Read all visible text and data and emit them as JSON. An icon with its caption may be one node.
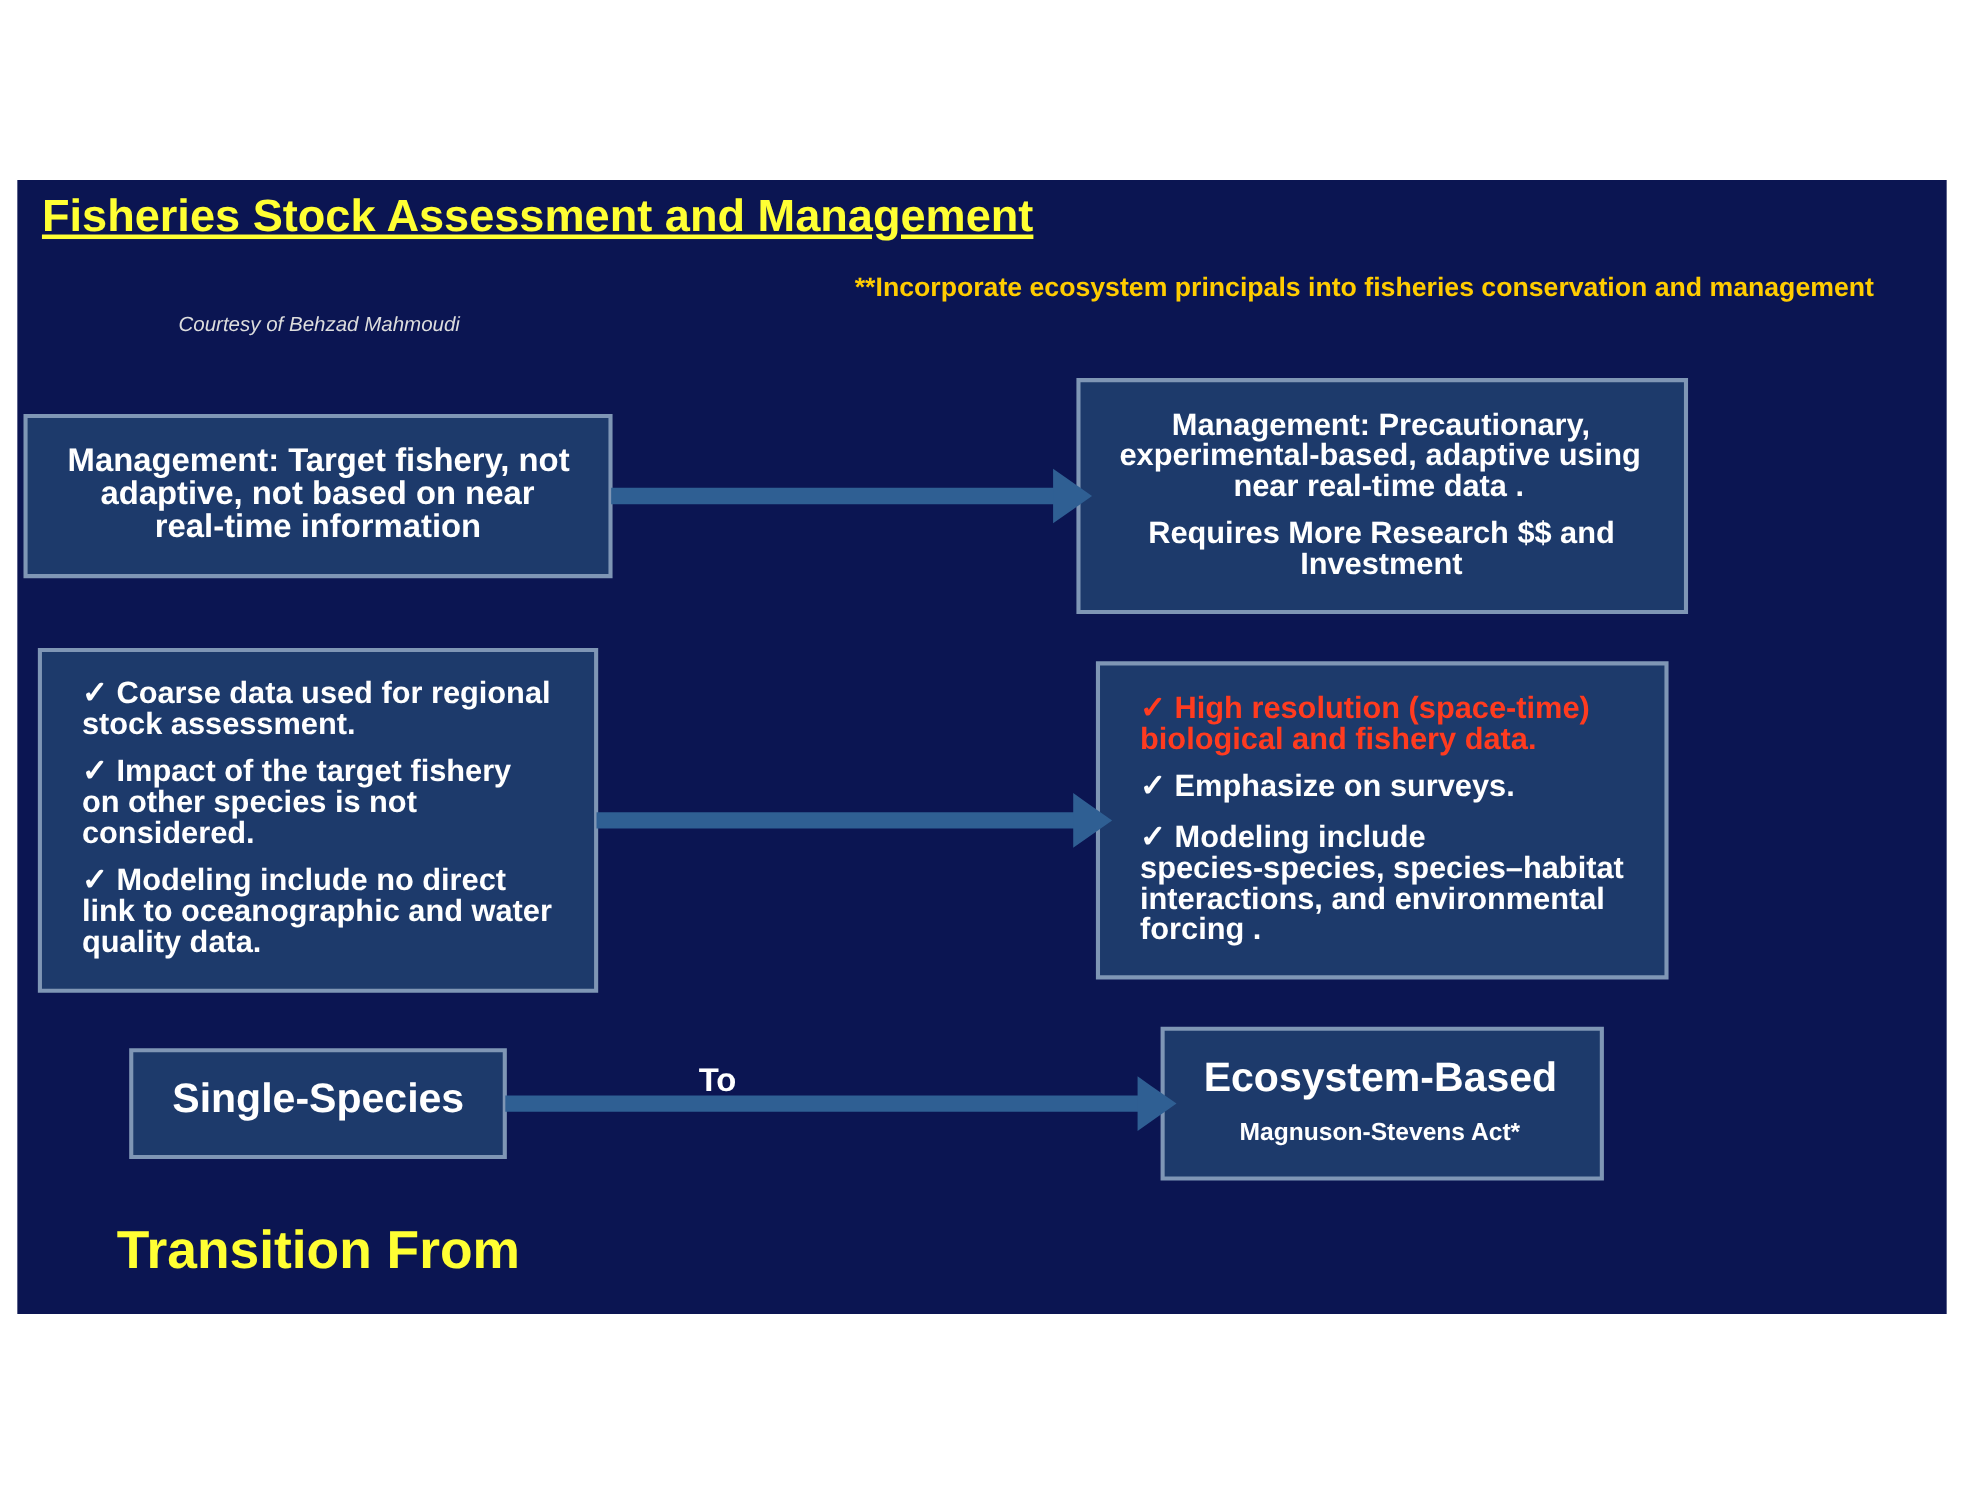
{
  "diagram": {
    "title": "Fisheries Stock Assessment and Management",
    "nodes": [
      {
        "text": [
          "Single-Species"
        ]
      },
      {
        "text": [
          "✓ Coarse data used for regional stock assessment.",
          "✓ Impact of the target fishery on other species is not considered.",
          "✓ Modeling include no direct link to oceanographic and water quality data."
        ]
      },
      {
        "text": [
          "Management: Target fishery, not adaptive, not based on near real-time information"
        ]
      },
      {
        "text": [
          "Ecosystem-Based",
          "Magnuson-Stevens Act*"
        ]
      },
      {
        "text": [
          "✓ High resolution (space-time) biological and fishery data.",
          "✓ Emphasize on surveys.",
          "✓ Modeling include species-species, species–habitat interactions, and environmental forcing ."
        ]
      },
      {
        "text": [
          "Management: Precautionary, experimental-based, adaptive using near real-time data .",
          "Requires More Research $$ and Investment"
        ]
      }
    ],
    "edges": [
      {
        "from": 0,
        "to": 3,
        "arrow": "to",
        "label": "To"
      },
      {
        "from": 1,
        "to": 4,
        "arrow": "to"
      },
      {
        "from": 2,
        "to": 5,
        "arrow": "to"
      }
    ],
    "labels": [
      "Transition From",
      "**Incorporate ecosystem principals into fisheries conservation and management",
      "Courtesy of Behzad Mahmoudi"
    ]
  }
}
